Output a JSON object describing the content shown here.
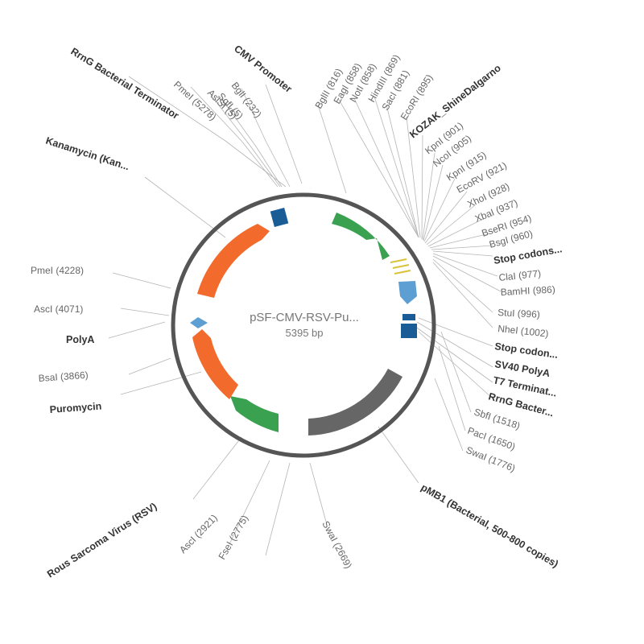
{
  "plasmid": {
    "name": "pSF-CMV-RSV-Pu...",
    "size": "5395 bp"
  },
  "colors": {
    "backbone": "#555555",
    "green": "#3aa150",
    "orange": "#f26a2c",
    "grey": "#666666",
    "dark_blue": "#1a5d96",
    "light_blue": "#5d9fd2",
    "yellow": "#d9c33a"
  },
  "labels": [
    {
      "text": "RrnG Bacterial Terminator",
      "bold": true
    },
    {
      "text": "CMV Promoter",
      "bold": true
    },
    {
      "text": "PmeI (5278)",
      "bold": false
    },
    {
      "text": "AsiSI (5)",
      "bold": false
    },
    {
      "text": "SgfI (5)",
      "bold": false
    },
    {
      "text": "BglI (232)",
      "bold": false
    },
    {
      "text": "BglII (816)",
      "bold": false
    },
    {
      "text": "EagI (858)",
      "bold": false
    },
    {
      "text": "NotI (858)",
      "bold": false
    },
    {
      "text": "HindIII (869)",
      "bold": false
    },
    {
      "text": "SacI (881)",
      "bold": false
    },
    {
      "text": "EcoRI (895)",
      "bold": false
    },
    {
      "text": "KOZAK_ShineDalgarno",
      "bold": true
    },
    {
      "text": "KpnI (901)",
      "bold": false
    },
    {
      "text": "NcoI (905)",
      "bold": false
    },
    {
      "text": "KpnI (915)",
      "bold": false
    },
    {
      "text": "EcoRV (921)",
      "bold": false
    },
    {
      "text": "XhoI (928)",
      "bold": false
    },
    {
      "text": "XbaI (937)",
      "bold": false
    },
    {
      "text": "BseRI (954)",
      "bold": false
    },
    {
      "text": "BsgI (960)",
      "bold": false
    },
    {
      "text": "Stop codons...",
      "bold": true
    },
    {
      "text": "ClaI (977)",
      "bold": false
    },
    {
      "text": "BamHI (986)",
      "bold": false
    },
    {
      "text": "StuI (996)",
      "bold": false
    },
    {
      "text": "NheI (1002)",
      "bold": false
    },
    {
      "text": "Stop codon...",
      "bold": true
    },
    {
      "text": "SV40 PolyA",
      "bold": true
    },
    {
      "text": "T7 Terminat...",
      "bold": true
    },
    {
      "text": "RrnG Bacter...",
      "bold": true
    },
    {
      "text": "SbfI (1518)",
      "bold": false
    },
    {
      "text": "PacI (1650)",
      "bold": false
    },
    {
      "text": "SwaI (1776)",
      "bold": false
    },
    {
      "text": "pMB1 (Bacterial, 500-800 copies)",
      "bold": true
    },
    {
      "text": "SwaI (2669)",
      "bold": false
    },
    {
      "text": "FseI (2775)",
      "bold": false
    },
    {
      "text": "AscI (2921)",
      "bold": false
    },
    {
      "text": "Rous Sarcoma Virus (RSV)",
      "bold": true
    },
    {
      "text": "Puromycin",
      "bold": true
    },
    {
      "text": "BsaI (3866)",
      "bold": false
    },
    {
      "text": "PolyA",
      "bold": true
    },
    {
      "text": "AscI (4071)",
      "bold": false
    },
    {
      "text": "PmeI (4228)",
      "bold": false
    },
    {
      "text": "Kanamycin (Kan...",
      "bold": true
    }
  ]
}
